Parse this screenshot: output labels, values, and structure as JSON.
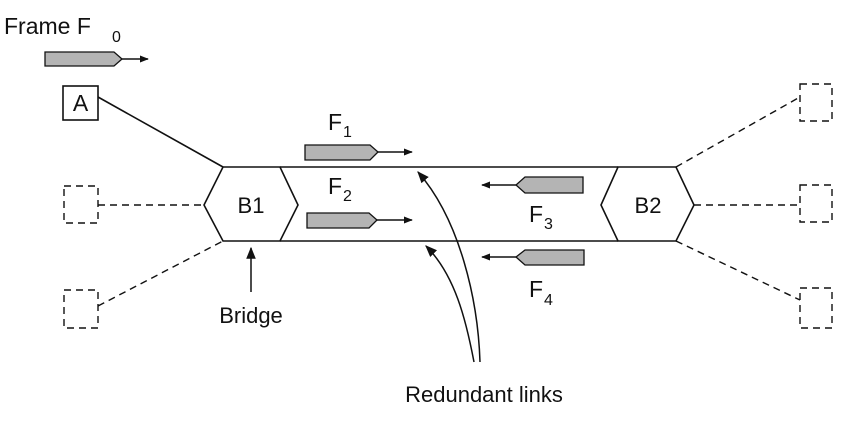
{
  "labels": {
    "frame_f0": "Frame F",
    "frame_f0_sub": "0",
    "host_a": "A",
    "bridge_b1": "B1",
    "bridge_b2": "B2",
    "f1": "F",
    "f1_sub": "1",
    "f2": "F",
    "f2_sub": "2",
    "f3": "F",
    "f3_sub": "3",
    "f4": "F",
    "f4_sub": "4",
    "bridge_caption": "Bridge",
    "redundant_links": "Redundant links"
  }
}
